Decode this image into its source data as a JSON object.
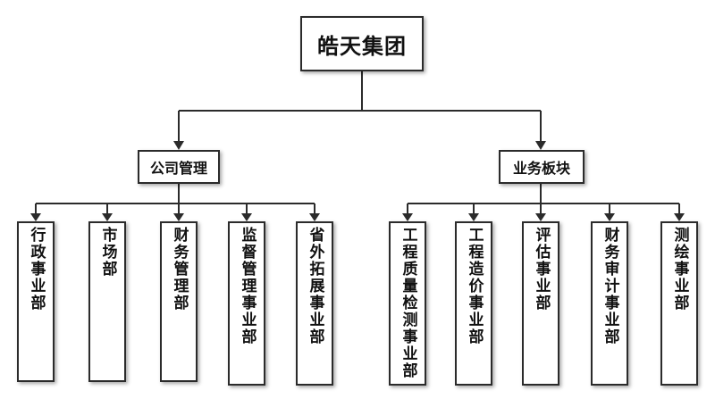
{
  "root": {
    "label": "皓天集团"
  },
  "branches": [
    {
      "label": "公司管理",
      "departments": [
        "行政事业部",
        "市场部",
        "财务管理部",
        "监督管理事业部",
        "省外拓展事业部"
      ]
    },
    {
      "label": "业务板块",
      "departments": [
        "工程质量检测事业部",
        "工程造价事业部",
        "评估事业部",
        "财务审计事业部",
        "测绘事业部"
      ]
    }
  ],
  "colors": {
    "line": "#2b2b2b",
    "box_border": "#2b2b2b",
    "background": "#ffffff",
    "text": "#111111"
  }
}
